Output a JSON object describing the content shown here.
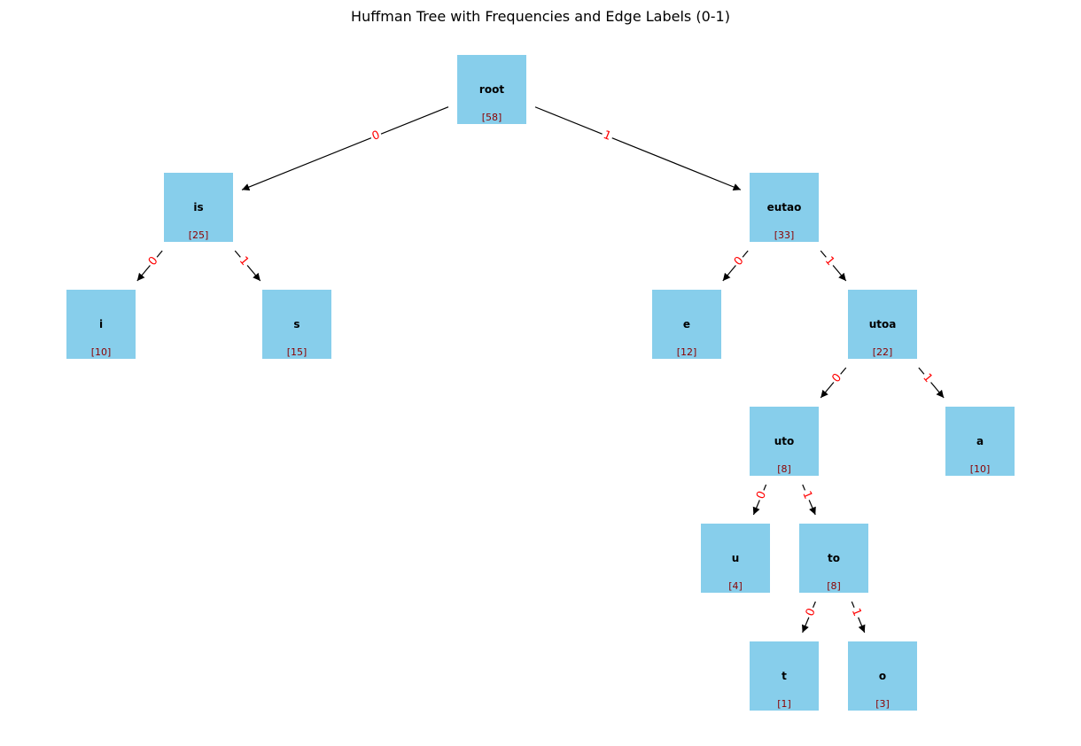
{
  "title": "Huffman Tree with Frequencies and Edge Labels (0-1)",
  "colors": {
    "node_fill": "#87ceeb",
    "edge": "#000000",
    "edge_label": "#ff0000",
    "frequency_text": "#8b0000"
  },
  "nodes": [
    {
      "id": "root",
      "label": "root",
      "freq": "[58]"
    },
    {
      "id": "is",
      "label": "is",
      "freq": "[25]"
    },
    {
      "id": "eutao",
      "label": "eutao",
      "freq": "[33]"
    },
    {
      "id": "i",
      "label": "i",
      "freq": "[10]"
    },
    {
      "id": "s",
      "label": "s",
      "freq": "[15]"
    },
    {
      "id": "e",
      "label": "e",
      "freq": "[12]"
    },
    {
      "id": "utoa",
      "label": "utoa",
      "freq": "[22]"
    },
    {
      "id": "uto",
      "label": "uto",
      "freq": "[8]"
    },
    {
      "id": "a",
      "label": "a",
      "freq": "[10]"
    },
    {
      "id": "u",
      "label": "u",
      "freq": "[4]"
    },
    {
      "id": "to",
      "label": "to",
      "freq": "[8]"
    },
    {
      "id": "t",
      "label": "t",
      "freq": "[1]"
    },
    {
      "id": "o",
      "label": "o",
      "freq": "[3]"
    }
  ],
  "edges": [
    {
      "from": "root",
      "to": "is",
      "label": "0"
    },
    {
      "from": "root",
      "to": "eutao",
      "label": "1"
    },
    {
      "from": "is",
      "to": "i",
      "label": "0"
    },
    {
      "from": "is",
      "to": "s",
      "label": "1"
    },
    {
      "from": "eutao",
      "to": "e",
      "label": "0"
    },
    {
      "from": "eutao",
      "to": "utoa",
      "label": "1"
    },
    {
      "from": "utoa",
      "to": "uto",
      "label": "0"
    },
    {
      "from": "utoa",
      "to": "a",
      "label": "1"
    },
    {
      "from": "uto",
      "to": "u",
      "label": "0"
    },
    {
      "from": "uto",
      "to": "to",
      "label": "1"
    },
    {
      "from": "to",
      "to": "t",
      "label": "0"
    },
    {
      "from": "to",
      "to": "o",
      "label": "1"
    }
  ]
}
